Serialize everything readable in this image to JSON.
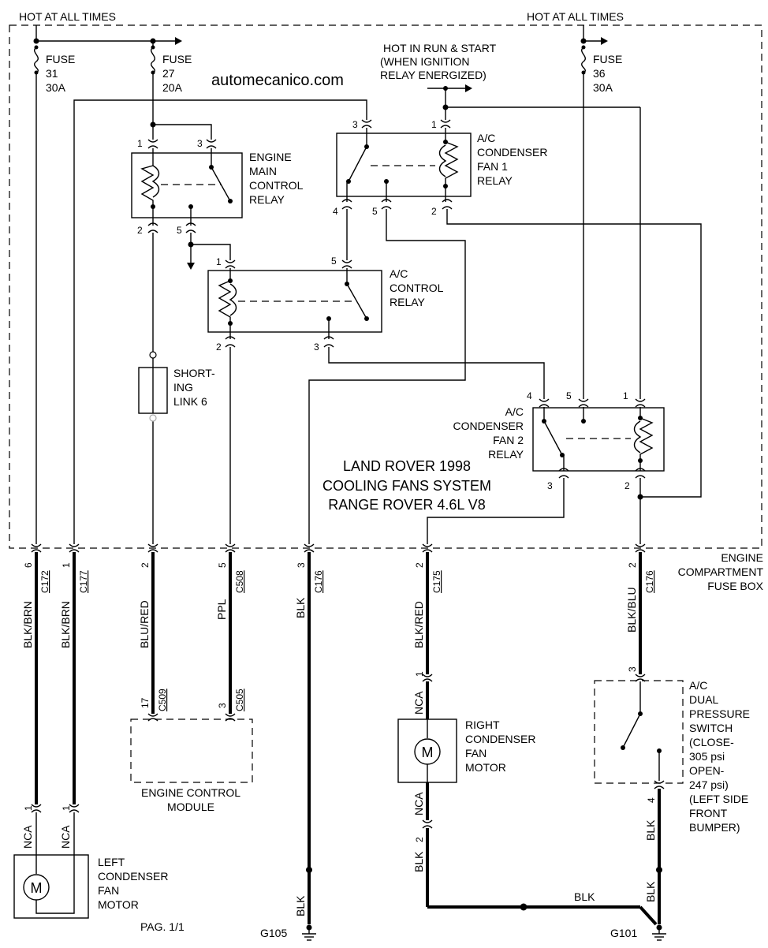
{
  "title": {
    "line1": "LAND ROVER 1998",
    "line2": "COOLING FANS SYSTEM",
    "line3": "RANGE ROVER 4.6L V8"
  },
  "watermark": "automecanico.com",
  "page": "PAG. 1/1",
  "power": {
    "hot_left": "HOT AT ALL TIMES",
    "hot_right": "HOT AT ALL TIMES",
    "hot_run": [
      "HOT IN RUN & START",
      "(WHEN IGNITION",
      "RELAY ENERGIZED)"
    ]
  },
  "fuses": [
    {
      "name": "FUSE",
      "number": "31",
      "rating": "30A"
    },
    {
      "name": "FUSE",
      "number": "27",
      "rating": "20A"
    },
    {
      "name": "FUSE",
      "number": "36",
      "rating": "30A"
    }
  ],
  "relays": {
    "engine_main": [
      "ENGINE",
      "MAIN",
      "CONTROL",
      "RELAY"
    ],
    "ac_control": [
      "A/C",
      "CONTROL",
      "RELAY"
    ],
    "fan1": [
      "A/C",
      "CONDENSER",
      "FAN 1",
      "RELAY"
    ],
    "fan2": [
      "A/C",
      "CONDENSER",
      "FAN 2",
      "RELAY"
    ]
  },
  "shorting_link": [
    "SHORT-",
    "ING",
    "LINK 6"
  ],
  "fuse_box": [
    "ENGINE",
    "COMPARTMENT",
    "FUSE BOX"
  ],
  "pins": {
    "em1": "1",
    "em3": "3",
    "em2": "2",
    "em5": "5",
    "ac1": "1",
    "ac5": "5",
    "ac2": "2",
    "ac3": "3",
    "f1_3": "3",
    "f1_1": "1",
    "f1_4": "4",
    "f1_5": "5",
    "f1_2": "2",
    "f2_4": "4",
    "f2_5": "5",
    "f2_1": "1",
    "f2_3": "3",
    "f2_2": "2"
  },
  "connectors": [
    {
      "pin": "6",
      "id": "C172",
      "wire": "BLK/BRN"
    },
    {
      "pin": "1",
      "id": "C177",
      "wire": "BLK/BRN"
    },
    {
      "pin": "2",
      "id": "",
      "wire": "BLU/RED"
    },
    {
      "pin": "5",
      "id": "C508",
      "wire": "PPL"
    },
    {
      "pin": "3",
      "id": "C176",
      "wire": "BLK"
    },
    {
      "pin": "2",
      "id": "C175",
      "wire": "BLK/RED"
    },
    {
      "pin": "2",
      "id": "C176",
      "wire": "BLK/BLU"
    }
  ],
  "ecm": {
    "label": [
      "ENGINE CONTROL",
      "MODULE"
    ],
    "pin_a": "17",
    "conn_a": "C509",
    "pin_b": "3",
    "conn_b": "C505"
  },
  "left_motor": {
    "label": [
      "LEFT",
      "CONDENSER",
      "FAN",
      "MOTOR"
    ],
    "symbol": "M",
    "wire_a": "NCA",
    "wire_b": "NCA",
    "pin_a": "1",
    "pin_b": "1"
  },
  "right_motor": {
    "label": [
      "RIGHT",
      "CONDENSER",
      "FAN",
      "MOTOR"
    ],
    "symbol": "M",
    "wire_top": "NCA",
    "pin_top": "1",
    "wire_bottom": "NCA",
    "pin_bottom": "2"
  },
  "pressure_switch": {
    "label": [
      "A/C",
      "DUAL",
      "PRESSURE",
      "SWITCH",
      "(CLOSE-",
      "305 psi",
      "OPEN-",
      "247 psi)",
      "(LEFT SIDE",
      "FRONT",
      "BUMPER)"
    ],
    "pin_top": "3",
    "pin_bottom": "4",
    "wire_bottom": "BLK"
  },
  "grounds": {
    "g105": "G105",
    "g101": "G101",
    "wire_g105": "BLK",
    "wire_rm": "BLK",
    "wire_bus": "BLK",
    "wire_g101": "BLK"
  }
}
